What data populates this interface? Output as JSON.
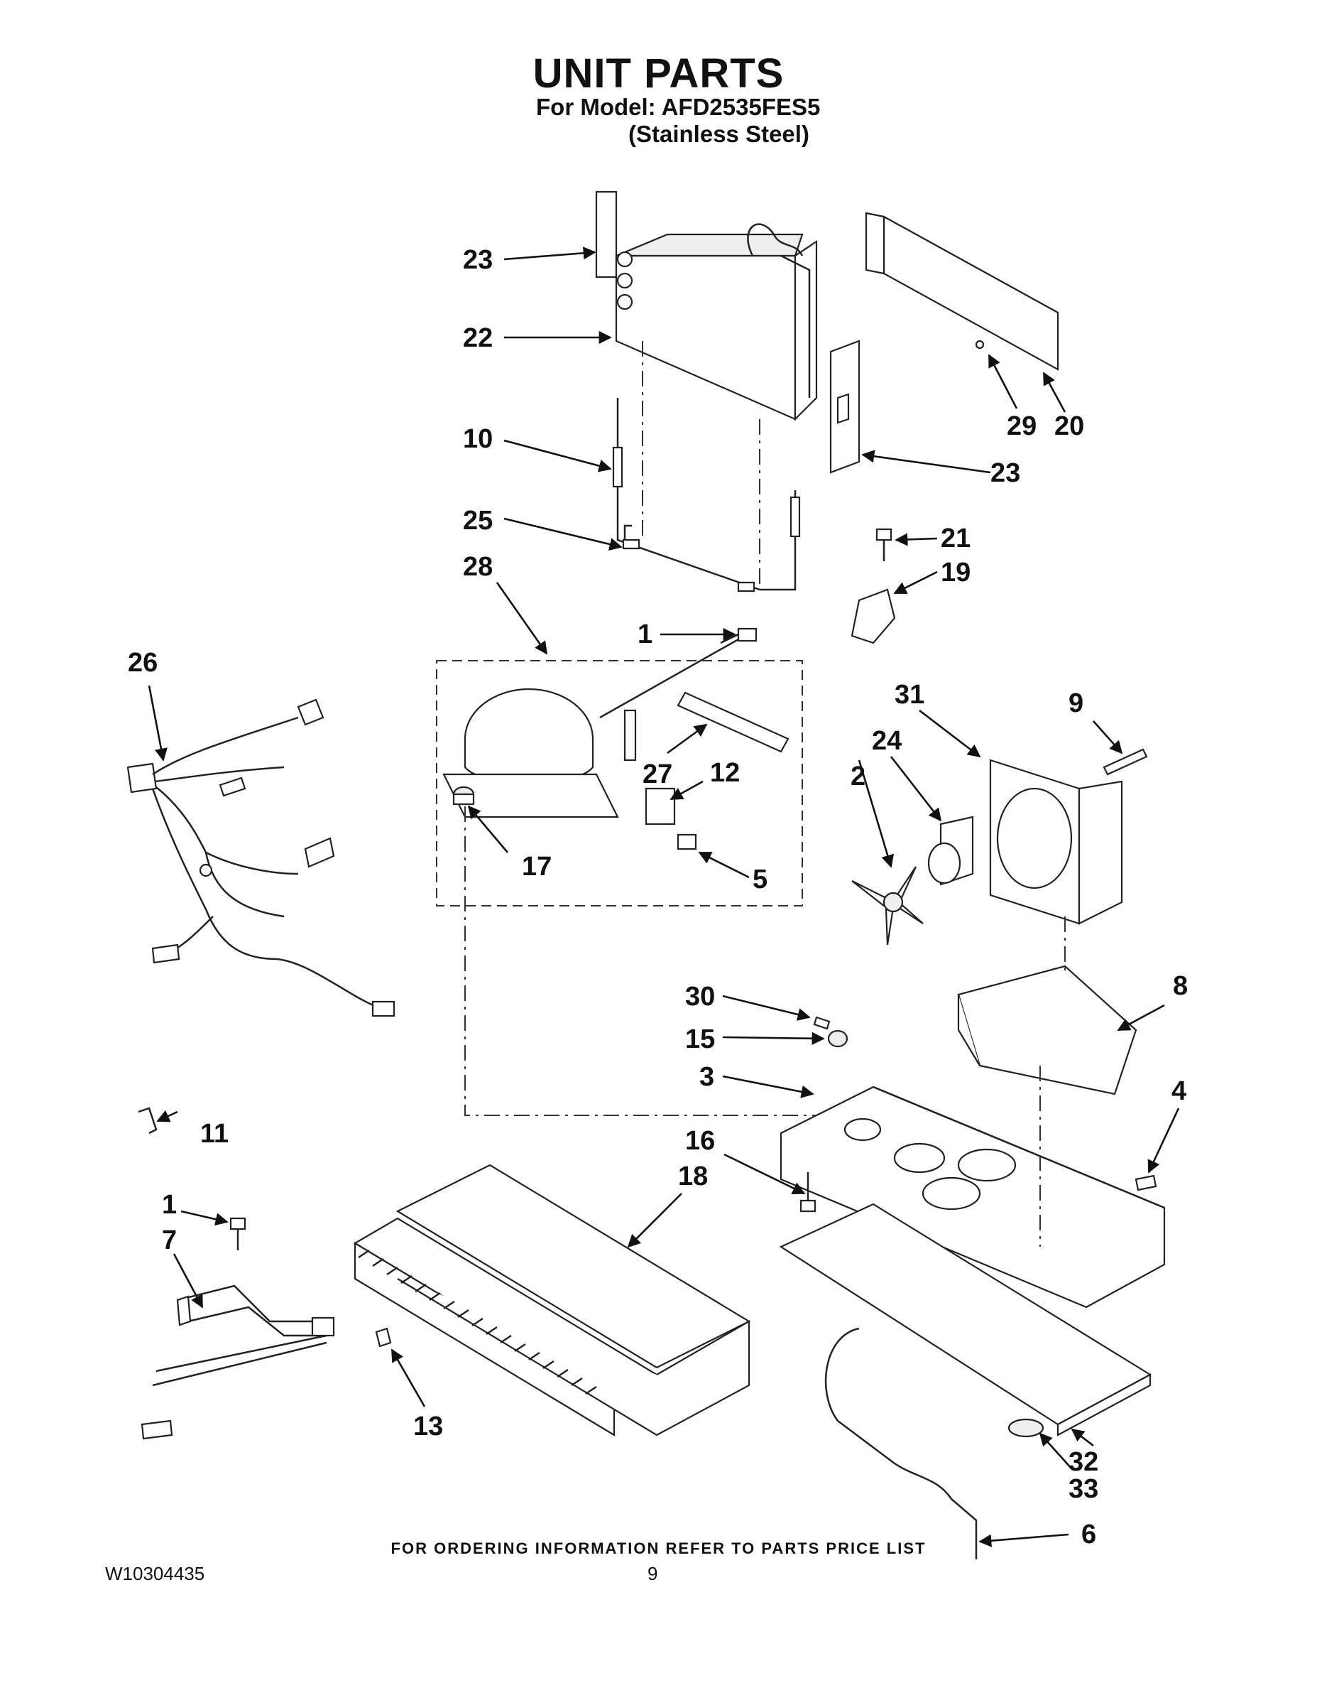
{
  "header": {
    "title": "UNIT PARTS",
    "model_line": "For Model: AFD2535FES5",
    "finish_line": "(Stainless Steel)"
  },
  "footer": {
    "ordering_note": "FOR ORDERING INFORMATION REFER TO PARTS PRICE LIST",
    "document_number": "W10304435",
    "page_number": "9"
  },
  "callouts": {
    "c1_top": "1",
    "c1_bottom": "1",
    "c2": "2",
    "c3": "3",
    "c4": "4",
    "c5": "5",
    "c6": "6",
    "c7": "7",
    "c8": "8",
    "c9": "9",
    "c10": "10",
    "c11": "11",
    "c12": "12",
    "c13": "13",
    "c15": "15",
    "c16": "16",
    "c17": "17",
    "c18": "18",
    "c19": "19",
    "c20": "20",
    "c21": "21",
    "c22": "22",
    "c23_top": "23",
    "c23_right": "23",
    "c24": "24",
    "c25": "25",
    "c26": "26",
    "c27": "27",
    "c28": "28",
    "c29": "29",
    "c30": "30",
    "c31": "31",
    "c32": "32",
    "c33": "33"
  }
}
